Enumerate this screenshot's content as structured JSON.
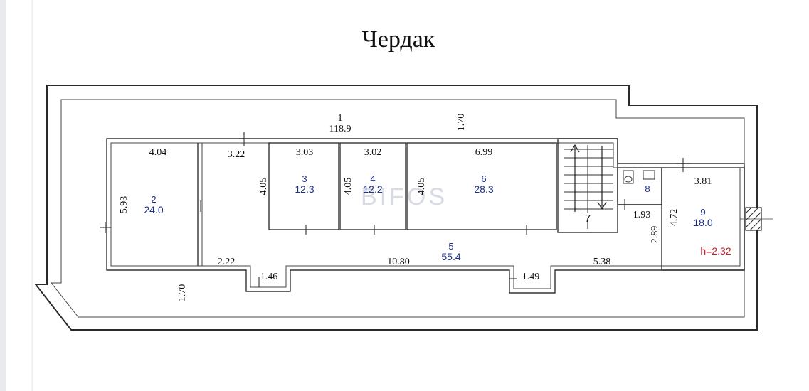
{
  "title": "Чердак",
  "watermark": "BIFOS",
  "height_note": "h=2.32",
  "rooms": [
    {
      "id": "room-1",
      "num": "1",
      "area": "118.9"
    },
    {
      "id": "room-2",
      "num": "2",
      "area": "24.0"
    },
    {
      "id": "room-3",
      "num": "3",
      "area": "12.3"
    },
    {
      "id": "room-4",
      "num": "4",
      "area": "12.2"
    },
    {
      "id": "room-5",
      "num": "5",
      "area": "55.4"
    },
    {
      "id": "room-6",
      "num": "6",
      "area": "28.3"
    },
    {
      "id": "room-7",
      "num": "7",
      "area": ""
    },
    {
      "id": "room-8",
      "num": "8",
      "area": ""
    },
    {
      "id": "room-9",
      "num": "9",
      "area": "18.0"
    }
  ],
  "dimensions": {
    "d_1_70_top": "1.70",
    "d_4_04": "4.04",
    "d_3_22": "3.22",
    "d_3_03": "3.03",
    "d_3_02": "3.02",
    "d_6_99": "6.99",
    "d_3_81": "3.81",
    "d_5_93": "5.93",
    "d_4_05_a": "4.05",
    "d_4_05_b": "4.05",
    "d_4_05_c": "4.05",
    "d_1_93": "1.93",
    "d_4_72": "4.72",
    "d_2_89": "2.89",
    "d_2_22": "2.22",
    "d_10_80": "10.80",
    "d_5_38": "5.38",
    "d_1_46": "1.46",
    "d_1_49": "1.49",
    "d_1_70_bottom": "1.70"
  }
}
